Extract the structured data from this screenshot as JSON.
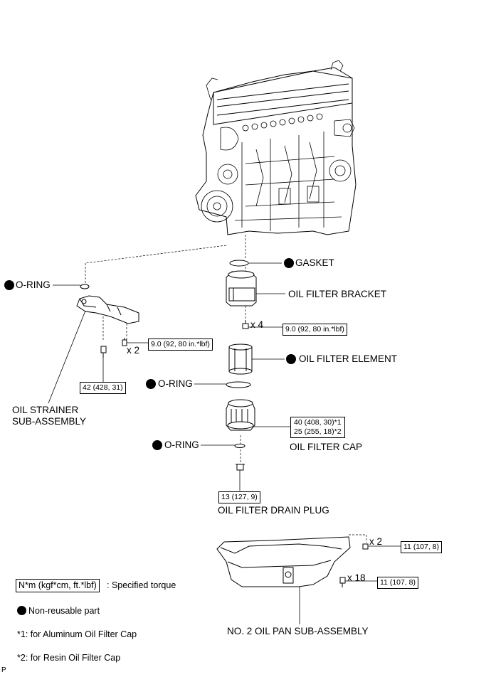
{
  "labels": {
    "gasket": "GASKET",
    "oil_filter_bracket": "OIL FILTER BRACKET",
    "oil_filter_element": "OIL FILTER ELEMENT",
    "o_ring_left": "O-RING",
    "o_ring_mid": "O-RING",
    "o_ring_lower": "O-RING",
    "oil_strainer_line1": "OIL STRAINER",
    "oil_strainer_line2": "SUB-ASSEMBLY",
    "oil_filter_cap": "OIL FILTER CAP",
    "oil_filter_drain_plug": "OIL FILTER DRAIN PLUG",
    "oil_pan": "NO. 2 OIL PAN SUB-ASSEMBLY"
  },
  "quantities": {
    "bracket_bolts": "x 4",
    "strainer_bolts": "x 2",
    "pan_bolts_top": "x 2",
    "pan_bolts": "x 18"
  },
  "torques": {
    "bracket": "9.0 (92, 80 in.*lbf)",
    "strainer_small": "9.0 (92, 80 in.*lbf)",
    "strainer": "42 (428, 31)",
    "cap_aluminum": "40 (408, 30)*1",
    "cap_resin": "25 (255, 18)*2",
    "drain_plug": "13 (127, 9)",
    "pan_top": "11 (107, 8)",
    "pan": "11 (107, 8)"
  },
  "legend": {
    "torque_box": "N*m (kgf*cm, ft.*lbf)",
    "torque_text": ": Specified torque",
    "nonreusable": "Non-reusable part",
    "note1": "*1: for Aluminum Oil Filter Cap",
    "note2": "*2: for Resin Oil Filter Cap"
  },
  "corner_mark": "P"
}
